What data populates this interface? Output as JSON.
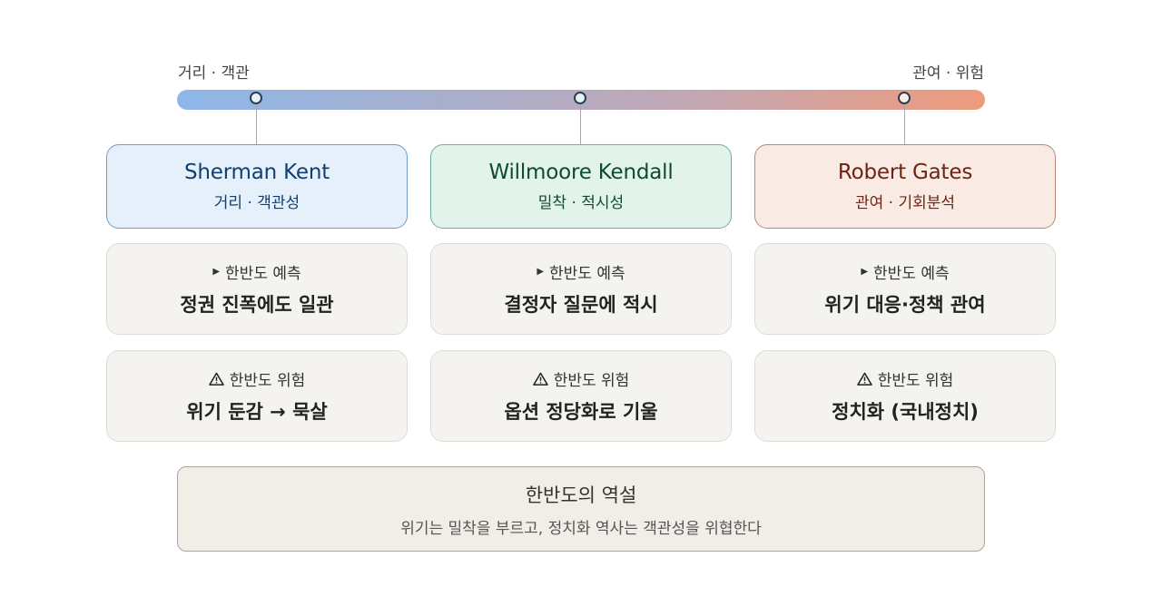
{
  "axis": {
    "left_label": "거리 · 객관",
    "right_label": "관여 · 위험"
  },
  "columns": [
    {
      "name": "Sherman Kent",
      "subtitle": "거리 · 객관성",
      "prediction_label": "한반도 예측",
      "prediction_value": "정권 진폭에도 일관",
      "risk_label": "한반도 위험",
      "risk_value": "위기 둔감 → 묵살"
    },
    {
      "name": "Willmoore Kendall",
      "subtitle": "밀착 · 적시성",
      "prediction_label": "한반도 예측",
      "prediction_value": "결정자 질문에 적시",
      "risk_label": "한반도 위험",
      "risk_value": "옵션 정당화로 기울"
    },
    {
      "name": "Robert Gates",
      "subtitle": "관여 · 기회분석",
      "prediction_label": "한반도 예측",
      "prediction_value": "위기 대응·정책 관여",
      "risk_label": "한반도 위험",
      "risk_value": "정치화 (국내정치)"
    }
  ],
  "paradox": {
    "title": "한반도의 역설",
    "subtitle": "위기는 밀착을 부르고, 정치화 역사는 객관성을 위협한다"
  },
  "icons": {
    "prediction": "triangle-right-icon",
    "risk": "warning-icon"
  },
  "colors": {
    "axis_left": "#8db7e8",
    "axis_right": "#ef9a7b",
    "dot_left": "#e8f2fc",
    "dot_mid": "#e3f5ec",
    "dot_right": "#fbece6"
  }
}
